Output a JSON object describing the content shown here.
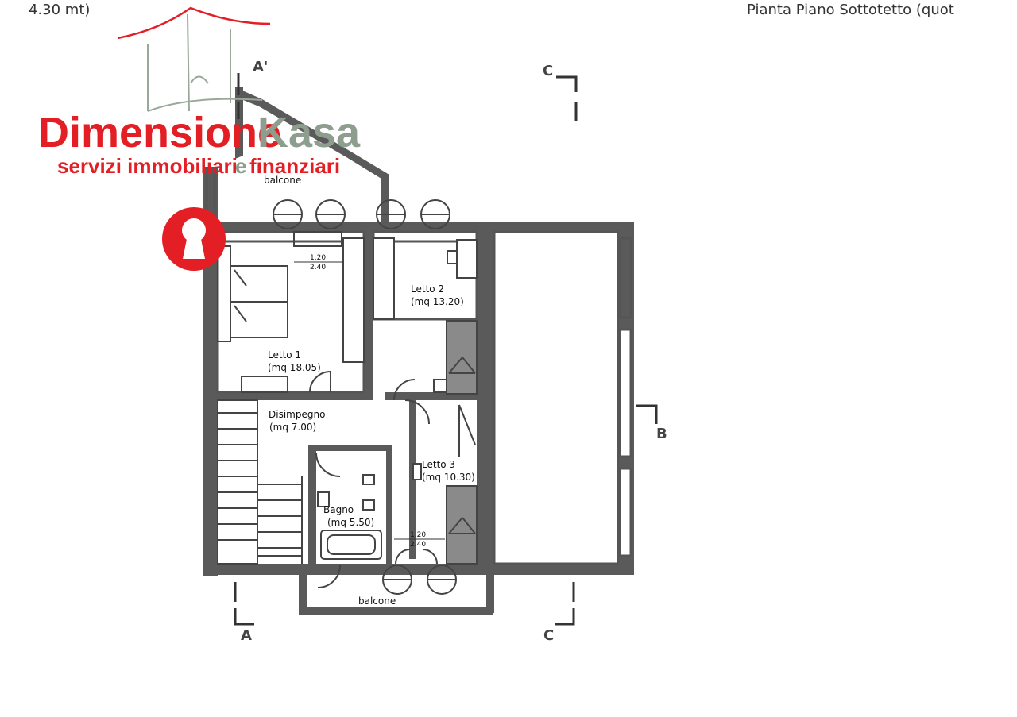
{
  "captions": {
    "left": "4.30 mt)",
    "right": "Pianta Piano Sottotetto (quot"
  },
  "logo": {
    "name_part1": "Dimensione",
    "name_part2": "Kasa",
    "tagline_part1": "servizi immobiliari",
    "tagline_e": "e",
    "tagline_part2": "finanziari",
    "icon": "keyhole-icon",
    "colors": {
      "red": "#e31e24",
      "grey": "#8e9e8e"
    }
  },
  "rooms": {
    "balcone_top": "balcone",
    "letto1_name": "Letto 1",
    "letto1_area": "(mq 18.05)",
    "letto2_name": "Letto 2",
    "letto2_area": "(mq 13.20)",
    "disimpegno_name": "Disimpegno",
    "disimpegno_area": "(mq 7.00)",
    "letto3_name": "Letto 3",
    "letto3_area": "(mq 10.30)",
    "bagno_name": "Bagno",
    "bagno_area": "(mq 5.50)",
    "balcone_bottom": "balcone"
  },
  "dimensions": {
    "h1_top": "1.20",
    "h1_bottom": "2.40",
    "h2_top": "1.20",
    "h2_bottom": "2.40"
  },
  "section_marks": {
    "a_top": "A'",
    "a_bottom": "A",
    "b": "B",
    "c_top": "C",
    "c_bottom": "C"
  }
}
